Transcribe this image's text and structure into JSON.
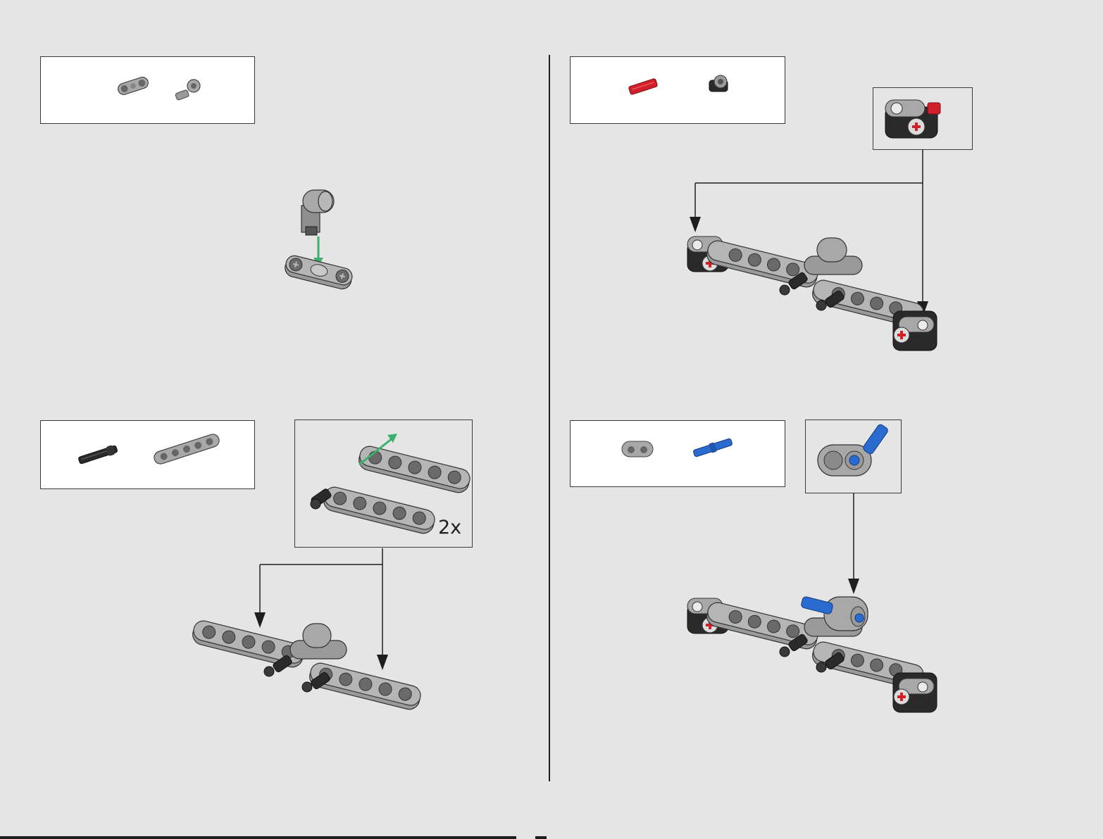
{
  "steps": [
    {
      "id": "step-1",
      "parts": [
        "connector-double-axle",
        "connector-pin-angled"
      ],
      "callout": null
    },
    {
      "id": "step-2",
      "parts": [
        "axle-pin-black",
        "beam-5-thin"
      ],
      "callout": {
        "multiplier": "2x"
      }
    },
    {
      "id": "step-3",
      "parts": [
        "axle-pin-red",
        "connector-perpendicular-black"
      ],
      "callout": {
        "multiplier": null
      }
    },
    {
      "id": "step-4",
      "parts": [
        "connector-block-2",
        "pin-long-blue"
      ],
      "callout": {
        "multiplier": null
      }
    }
  ],
  "colors": {
    "background": "#e5e5e5",
    "part_grey": "#a8a8a8",
    "part_dark": "#2a2a2a",
    "accent_red": "#d0202a",
    "accent_blue": "#2a6bd0",
    "arrow_green": "#3cb06c"
  }
}
